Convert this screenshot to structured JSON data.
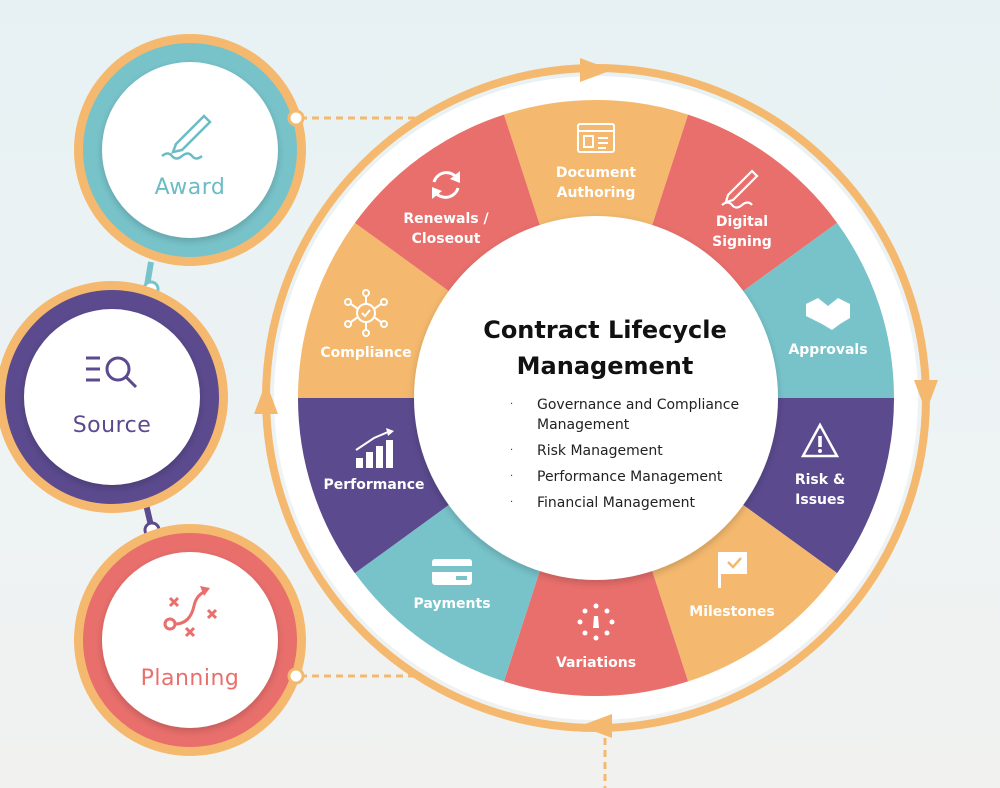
{
  "title": "Contract Lifecycle Management",
  "center_items": [
    "Governance and Compliance Management",
    "Risk Management",
    "Performance Management",
    "Financial Management"
  ],
  "segments": [
    {
      "label": "Document Authoring",
      "icon": "document-icon",
      "color": "#f4b96e"
    },
    {
      "label": "Digital Signing",
      "icon": "pen-signing-icon",
      "color": "#e96f6c"
    },
    {
      "label": "Approvals",
      "icon": "handshake-icon",
      "color": "#78c3ca"
    },
    {
      "label": "Risk & Issues",
      "icon": "warning-icon",
      "color": "#5b4a8e"
    },
    {
      "label": "Milestones",
      "icon": "flag-check-icon",
      "color": "#f4b96e"
    },
    {
      "label": "Variations",
      "icon": "dial-icon",
      "color": "#e96f6c"
    },
    {
      "label": "Payments",
      "icon": "credit-card-icon",
      "color": "#78c3ca"
    },
    {
      "label": "Performance",
      "icon": "bar-chart-icon",
      "color": "#5b4a8e"
    },
    {
      "label": "Compliance",
      "icon": "network-check-icon",
      "color": "#f4b96e"
    },
    {
      "label": "Renewals / Closeout",
      "icon": "refresh-icon",
      "color": "#e96f6c"
    }
  ],
  "phases": [
    {
      "label": "Award",
      "icon": "pen-icon",
      "color": "#78c3ca",
      "text_color": "#6bbcc4"
    },
    {
      "label": "Source",
      "icon": "search-list-icon",
      "color": "#5b4a8e",
      "text_color": "#5b4a8e"
    },
    {
      "label": "Planning",
      "icon": "strategy-icon",
      "color": "#e96f6c",
      "text_color": "#e96f6c"
    }
  ],
  "colors": {
    "ring": "#f4b96e",
    "connector": "#f4b96e"
  }
}
